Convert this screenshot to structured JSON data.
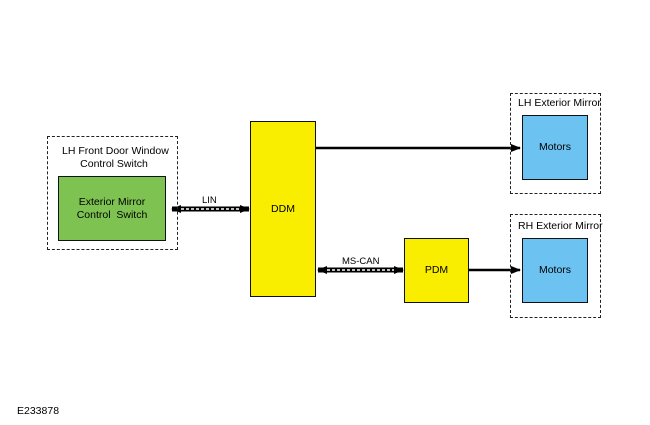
{
  "groups": {
    "lh_switch": {
      "label_line1": "LH Front Door Window",
      "label_line2": "Control Switch"
    },
    "lh_mirror": {
      "label": "LH Exterior Mirror"
    },
    "rh_mirror": {
      "label": "RH Exterior Mirror"
    }
  },
  "blocks": {
    "exterior_mirror_switch": {
      "line1": "Exterior Mirror",
      "line2": "Control  Switch",
      "color": "#7ec352"
    },
    "ddm": {
      "label": "DDM",
      "color": "#f9ee00"
    },
    "pdm": {
      "label": "PDM",
      "color": "#f9ee00"
    },
    "lh_motors": {
      "label": "Motors",
      "color": "#6cc2f0"
    },
    "rh_motors": {
      "label": "Motors",
      "color": "#6cc2f0"
    }
  },
  "buses": {
    "lin": "LIN",
    "ms_can": "MS-CAN"
  },
  "figure_id": "E233878"
}
